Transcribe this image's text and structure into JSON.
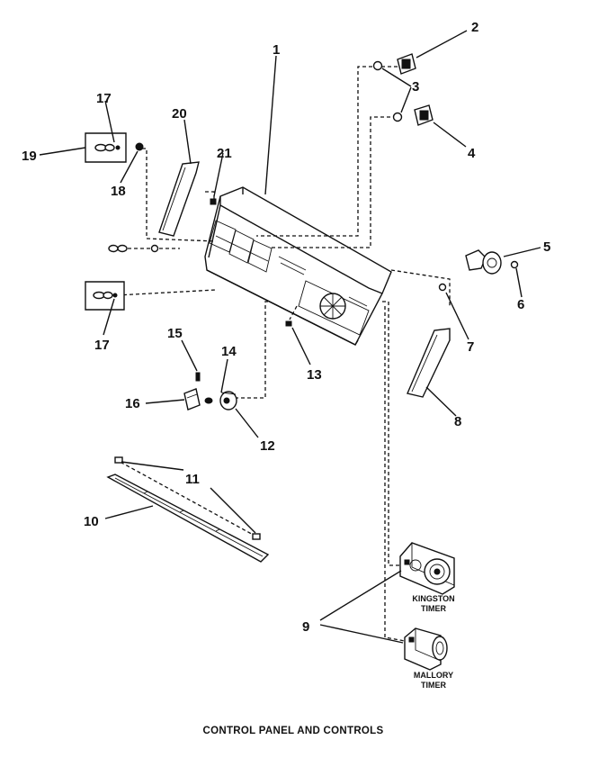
{
  "caption": "CONTROL PANEL AND CONTROLS",
  "callouts": [
    "1",
    "2",
    "3",
    "4",
    "5",
    "6",
    "7",
    "8",
    "9",
    "10",
    "11",
    "12",
    "13",
    "14",
    "15",
    "16",
    "17",
    "17",
    "18",
    "19",
    "20",
    "21"
  ],
  "timers": {
    "kingston": [
      "KINGSTON",
      "TIMER"
    ],
    "mallory": [
      "MALLORY",
      "TIMER"
    ]
  }
}
